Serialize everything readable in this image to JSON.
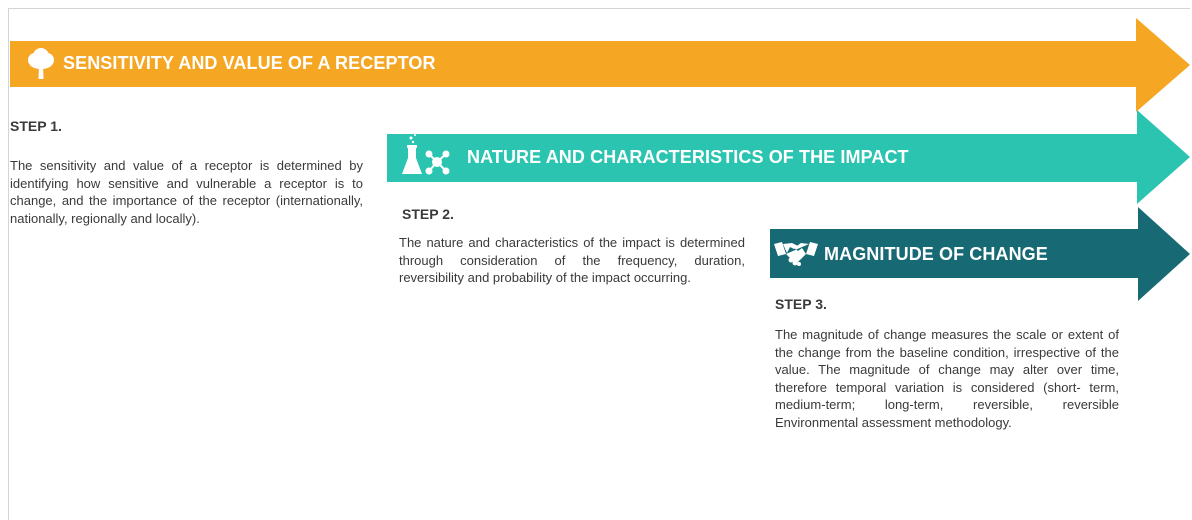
{
  "colors": {
    "orange": "#F5A623",
    "teal": "#2BC4B0",
    "dark_teal": "#176A73",
    "text": "#3a3a3a"
  },
  "steps": [
    {
      "title": "SENSITIVITY AND VALUE OF A RECEPTOR",
      "icon": "tree-icon",
      "step_label": "STEP 1.",
      "description": "The sensitivity and value of a receptor is determined by identifying how sensitive and vulnerable a receptor is to change, and the importance of the receptor (internationally, nationally, regionally and locally)."
    },
    {
      "title": "NATURE AND CHARACTERISTICS OF THE IMPACT",
      "icon": "flask-molecule-icon",
      "step_label": "STEP 2.",
      "description": "The nature and characteristics of the impact is determined through consideration of the frequency, duration, reversibility and probability of the impact occurring."
    },
    {
      "title": "MAGNITUDE OF CHANGE",
      "icon": "handshake-icon",
      "step_label": "STEP 3.",
      "description": "The magnitude of change measures the scale or extent of the change from the baseline condition, irrespective of the value. The magnitude of change may alter over time, therefore temporal variation is considered (short- term, medium-term; long-term, reversible, reversible Environmental assessment methodology."
    }
  ]
}
